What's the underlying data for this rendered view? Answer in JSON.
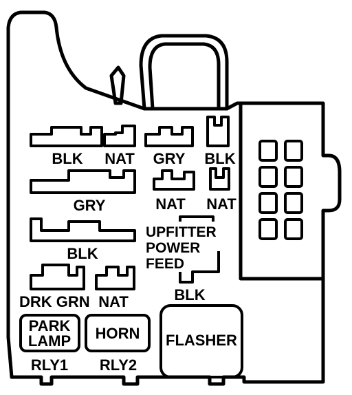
{
  "labels": {
    "blk_top": "BLK",
    "nat_top": "NAT",
    "gry_top": "GRY",
    "blk_top_right": "BLK",
    "gry_mid": "GRY",
    "nat_mid": "NAT",
    "nat_mid_right": "NAT",
    "blk_mid": "BLK",
    "upfitter_line1": "UPFITTER",
    "upfitter_line2": "POWER",
    "upfitter_line3": "FEED",
    "drk_grn": "DRK GRN",
    "nat_bottom": "NAT",
    "blk_bottom": "BLK",
    "park_line1": "PARK",
    "park_line2": "LAMP",
    "horn": "HORN",
    "flasher": "FLASHER",
    "rly1": "RLY1",
    "rly2": "RLY2"
  }
}
